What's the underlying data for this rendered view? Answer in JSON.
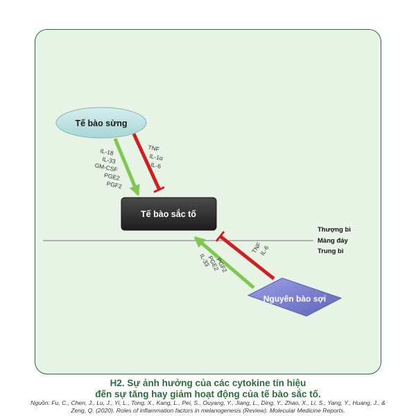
{
  "diagram": {
    "nodes": {
      "keratinocyte": "Tế bào sừng",
      "melanocyte": "Tế bào sắc tố",
      "fibroblast": "Nguyên bào sợi"
    },
    "layers": {
      "upper": "Thượng bì",
      "membrane": "Màng đáy",
      "lower": "Trung bì"
    },
    "keratinocyte_stimulators": [
      "IL-18",
      "IL-33",
      "GM-CSF",
      "PGE2",
      "PGF2"
    ],
    "keratinocyte_inhibitors": [
      "TNF",
      "IL-1α",
      "IL-6"
    ],
    "fibroblast_stimulators": [
      "IL-33",
      "PGE2",
      "PGF2"
    ],
    "fibroblast_inhibitors": [
      "TNF",
      "IL-6"
    ],
    "colors": {
      "stimulate": "#7ec850",
      "inhibit": "#d21e1e",
      "keratinocyte_fill": "#bfe3e2",
      "melanocyte_fill": "#2e2e2e",
      "fibroblast_fill": "#7a7fd0"
    }
  },
  "caption": {
    "line1": "H2. Sự ảnh hưởng của các cytokine tín hiệu",
    "line2": "đến sự tăng hay giảm hoạt động của tế bào sắc tố.",
    "source": "Nguồn: Fu, C., Chen, J., Lu, J., Yi, L., Tong, X., Kang, L., Pei, S., Ouyang, Y., Jiang, L., Ding, Y., Zhao, X., Li, S., Yang, Y., Huang, J., & Zeng, Q. (2020). Roles of inflammation factors in melanogenesis (Review). Molecular Medicine Reports."
  }
}
